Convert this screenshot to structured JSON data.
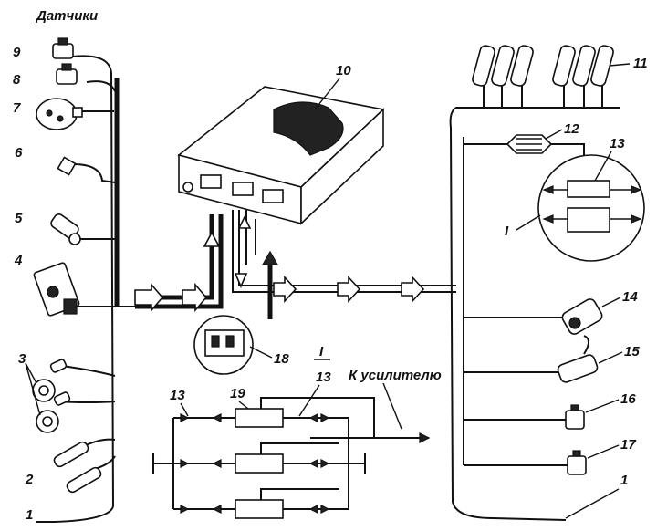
{
  "title": "Датчики",
  "labels": {
    "n1_left": "1",
    "n1_right": "1",
    "n2": "2",
    "n3": "3",
    "n4": "4",
    "n5": "5",
    "n6": "6",
    "n7": "7",
    "n8": "8",
    "n9": "9",
    "n10": "10",
    "n11": "11",
    "n12": "12",
    "n13_circle": "13",
    "n13_a": "13",
    "n13_b": "13",
    "n14": "14",
    "n15": "15",
    "n16": "16",
    "n17": "17",
    "n18": "18",
    "n19": "19",
    "detail_I_circle": "I",
    "detail_I_heading": "I",
    "to_amplifier": "К усилителю"
  }
}
